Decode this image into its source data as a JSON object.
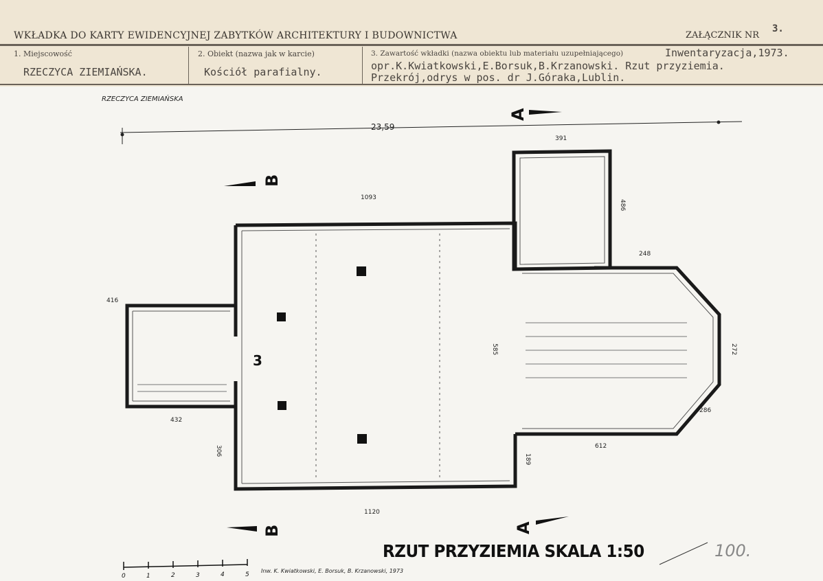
{
  "header": {
    "title": "WKŁADKA DO KARTY EWIDENCYJNEJ ZABYTKÓW ARCHITEKTURY I BUDOWNICTWA",
    "annex_label": "ZAŁĄCZNIK NR",
    "annex_number": "3.",
    "field1_label": "1. Miejscowość",
    "field1_value": "RZECZYCA ZIEMIAŃSKA.",
    "field2_label": "2. Obiekt (nazwa jak w karcie)",
    "field2_value": "Kościół parafialny.",
    "field3_label": "3. Zawartość wkładki (nazwa obiektu lub materiału uzupełniającego)",
    "field3_line1": "Inwentaryzacja,1973.",
    "field3_line2": "opr.K.Kwiatkowski,E.Borsuk,B.Krzanowski. Rzut przyziemia.",
    "field3_line3": "Przekrój,odrys w pos. dr J.Góraka,Lublin."
  },
  "drawing": {
    "place_note": "RZECZYCA ZIEMIAŃSKA",
    "overall_dimension": "23,59",
    "section_a": "A",
    "section_b": "B",
    "room_number": "3",
    "dimensions": {
      "nave_top": "1093",
      "tower_width": "391",
      "tower_depth": "486",
      "chancel_top": "248",
      "nave_width": "585",
      "chancel_end": "272",
      "chancel_diag": "286",
      "chancel_bottom": "612",
      "chancel_side": "189",
      "porch_width": "432",
      "porch_side": "416",
      "porch_depth": "306",
      "entrance": "1120"
    },
    "plan_title": "RZUT PRZYZIEMIA SKALA 1:50",
    "scale_correction": "100.",
    "scale_ticks": [
      "0",
      "1",
      "2",
      "3",
      "4",
      "5"
    ],
    "authors_note": "Inw. K. Kwiatkowski, E. Borsuk, B. Krzanowski, 1973"
  }
}
